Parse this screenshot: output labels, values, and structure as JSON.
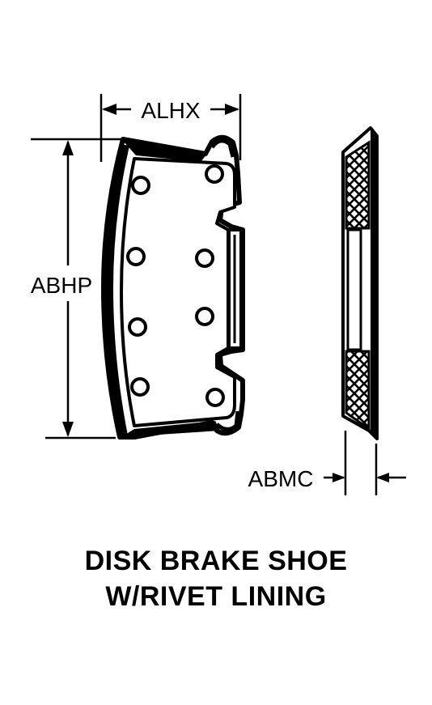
{
  "dimensions": {
    "width_label": "ALHX",
    "height_label": "ABHP",
    "thickness_label": "ABMC"
  },
  "caption": {
    "line1": "DISK BRAKE SHOE",
    "line2": "W/RIVET LINING"
  },
  "colors": {
    "ink": "#000000",
    "paper": "#ffffff"
  }
}
